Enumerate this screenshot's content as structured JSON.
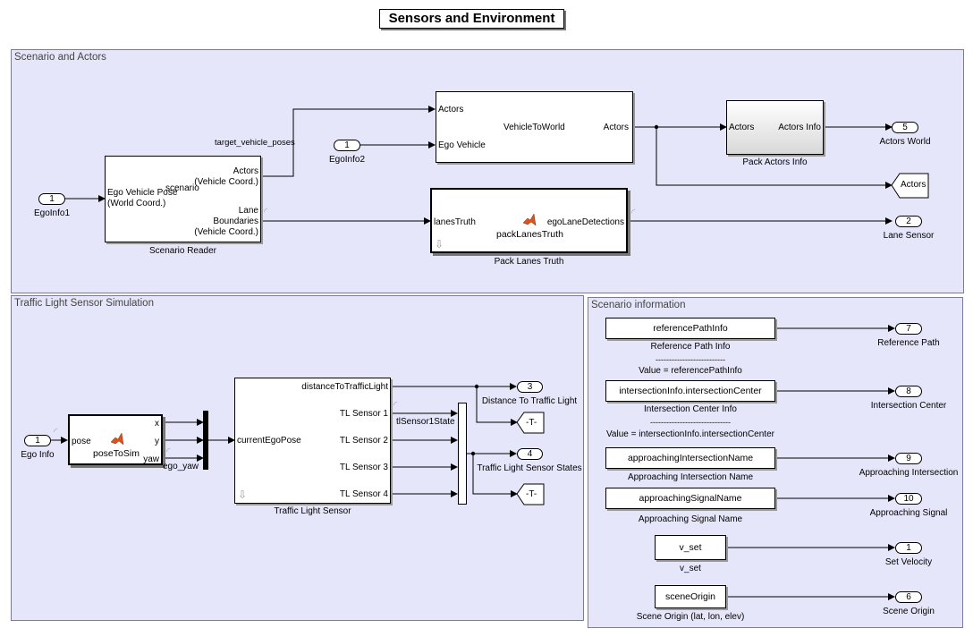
{
  "title": "Sensors and Environment",
  "areas": {
    "scenario_actors": "Scenario and Actors",
    "traffic_light": "Traffic Light Sensor Simulation",
    "scenario_info": "Scenario information"
  },
  "scenario_reader": {
    "name": "Scenario Reader",
    "in_label_1": "Ego Vehicle Pose",
    "in_label_2": "(World Coord.)",
    "center_label": "scenario",
    "out_actors_1": "Actors",
    "out_actors_2": "(Vehicle Coord.)",
    "out_lane_1": "Lane",
    "out_lane_2": "Boundaries",
    "out_lane_3": "(Vehicle Coord.)"
  },
  "vehicle_to_world": {
    "name": "VehicleToWorld",
    "in_actors": "Actors",
    "in_ego": "Ego Vehicle",
    "out_actors": "Actors"
  },
  "pack_actors": {
    "name": "Pack Actors Info",
    "in": "Actors",
    "out": "Actors Info"
  },
  "pack_lanes": {
    "name": "Pack Lanes Truth",
    "func": "packLanesTruth",
    "in": "lanesTruth",
    "out": "egoLaneDetections"
  },
  "signals": {
    "target_vehicle_poses": "target_vehicle_poses",
    "tl_sensor1_state": "tlSensor1State",
    "ego_yaw": "ego_yaw"
  },
  "inports": [
    {
      "num": "1",
      "label": "EgoInfo1"
    },
    {
      "num": "1",
      "label": "EgoInfo2"
    },
    {
      "num": "1",
      "label": "Ego Info"
    }
  ],
  "outports_top": [
    {
      "num": "5",
      "label": "Actors World"
    },
    {
      "num": "2",
      "label": "Lane Sensor"
    }
  ],
  "goto_actors": "Actors",
  "pose_to_sim": {
    "func": "poseToSim",
    "in": "pose",
    "out_x": "x",
    "out_y": "y",
    "out_yaw": "yaw"
  },
  "traffic_light_sensor": {
    "name": "Traffic Light Sensor",
    "in": "currentEgoPose",
    "out_distance": "distanceToTrafficLight",
    "out_tl1": "TL Sensor 1",
    "out_tl2": "TL Sensor 2",
    "out_tl3": "TL Sensor 3",
    "out_tl4": "TL Sensor 4"
  },
  "tl_outports": [
    {
      "num": "3",
      "label": "Distance To Traffic Light"
    },
    {
      "num": "4",
      "label": "Traffic Light Sensor States"
    }
  ],
  "goto_t": "-T-",
  "scenario_info": [
    {
      "block": "referencePathInfo",
      "caption": "Reference Path Info",
      "num": "7",
      "out_label": "Reference Path",
      "sep": "--------------------------",
      "value": "Value = referencePathInfo"
    },
    {
      "block": "intersectionInfo.intersectionCenter",
      "caption": "Intersection Center Info",
      "num": "8",
      "out_label": "Intersection Center",
      "sep": "------------------------------",
      "value": "Value = intersectionInfo.intersectionCenter"
    },
    {
      "block": "approachingIntersectionName",
      "caption": "Approaching Intersection Name",
      "num": "9",
      "out_label": "Approaching Intersection"
    },
    {
      "block": "approachingSignalName",
      "caption": "Approaching Signal Name",
      "num": "10",
      "out_label": "Approaching Signal"
    },
    {
      "block": "v_set",
      "caption": "v_set",
      "num": "1",
      "out_label": "Set Velocity"
    },
    {
      "block": "sceneOrigin",
      "caption": "Scene Origin (lat, lon, elev)",
      "num": "6",
      "out_label": "Scene Origin"
    }
  ],
  "colors": {
    "area_bg": "#e6e6fa",
    "matlab_icon": "#d9531e"
  }
}
